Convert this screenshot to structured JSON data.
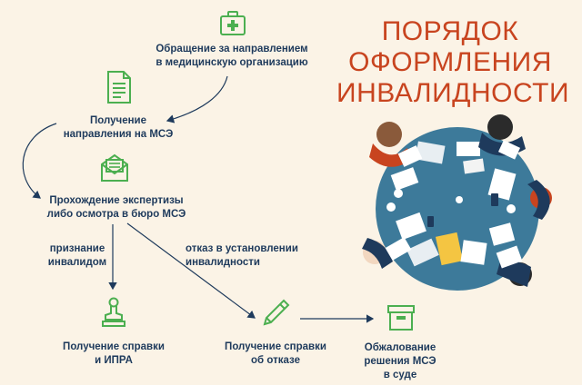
{
  "title": {
    "line1": "ПОРЯДОК",
    "line2": "ОФОРМЛЕНИЯ",
    "line3": "ИНВАЛИДНОСТИ"
  },
  "steps": {
    "request": {
      "line1": "Обращение за направлением",
      "line2": "в медицинскую организацию",
      "icon": "medical-kit-icon"
    },
    "referral": {
      "line1": "Получение",
      "line2": "направления на МСЭ",
      "icon": "document-icon"
    },
    "examination": {
      "line1": "Прохождение экспертизы",
      "line2": "либо осмотра в бюро МСЭ",
      "icon": "envelope-icon"
    },
    "certificate": {
      "line1": "Получение справки",
      "line2": "и ИПРА",
      "icon": "stamp-icon"
    },
    "refusal": {
      "line1": "Получение справки",
      "line2": "об отказе",
      "icon": "pen-icon"
    },
    "appeal": {
      "line1": "Обжалование",
      "line2": "решения МСЭ",
      "line3": "в суде",
      "icon": "archive-box-icon"
    }
  },
  "branches": {
    "recognized": {
      "line1": "признание",
      "line2": "инвалидом"
    },
    "denied": {
      "line1": "отказ в установлении",
      "line2": "инвалидности"
    }
  },
  "colors": {
    "background": "#fbf3e6",
    "title": "#c8441f",
    "text": "#1e3a5c",
    "icon": "#4caf50",
    "arrow": "#1e3a5c",
    "table": "#3d7a9a"
  },
  "illustration": {
    "icon": "meeting-table-illustration"
  }
}
